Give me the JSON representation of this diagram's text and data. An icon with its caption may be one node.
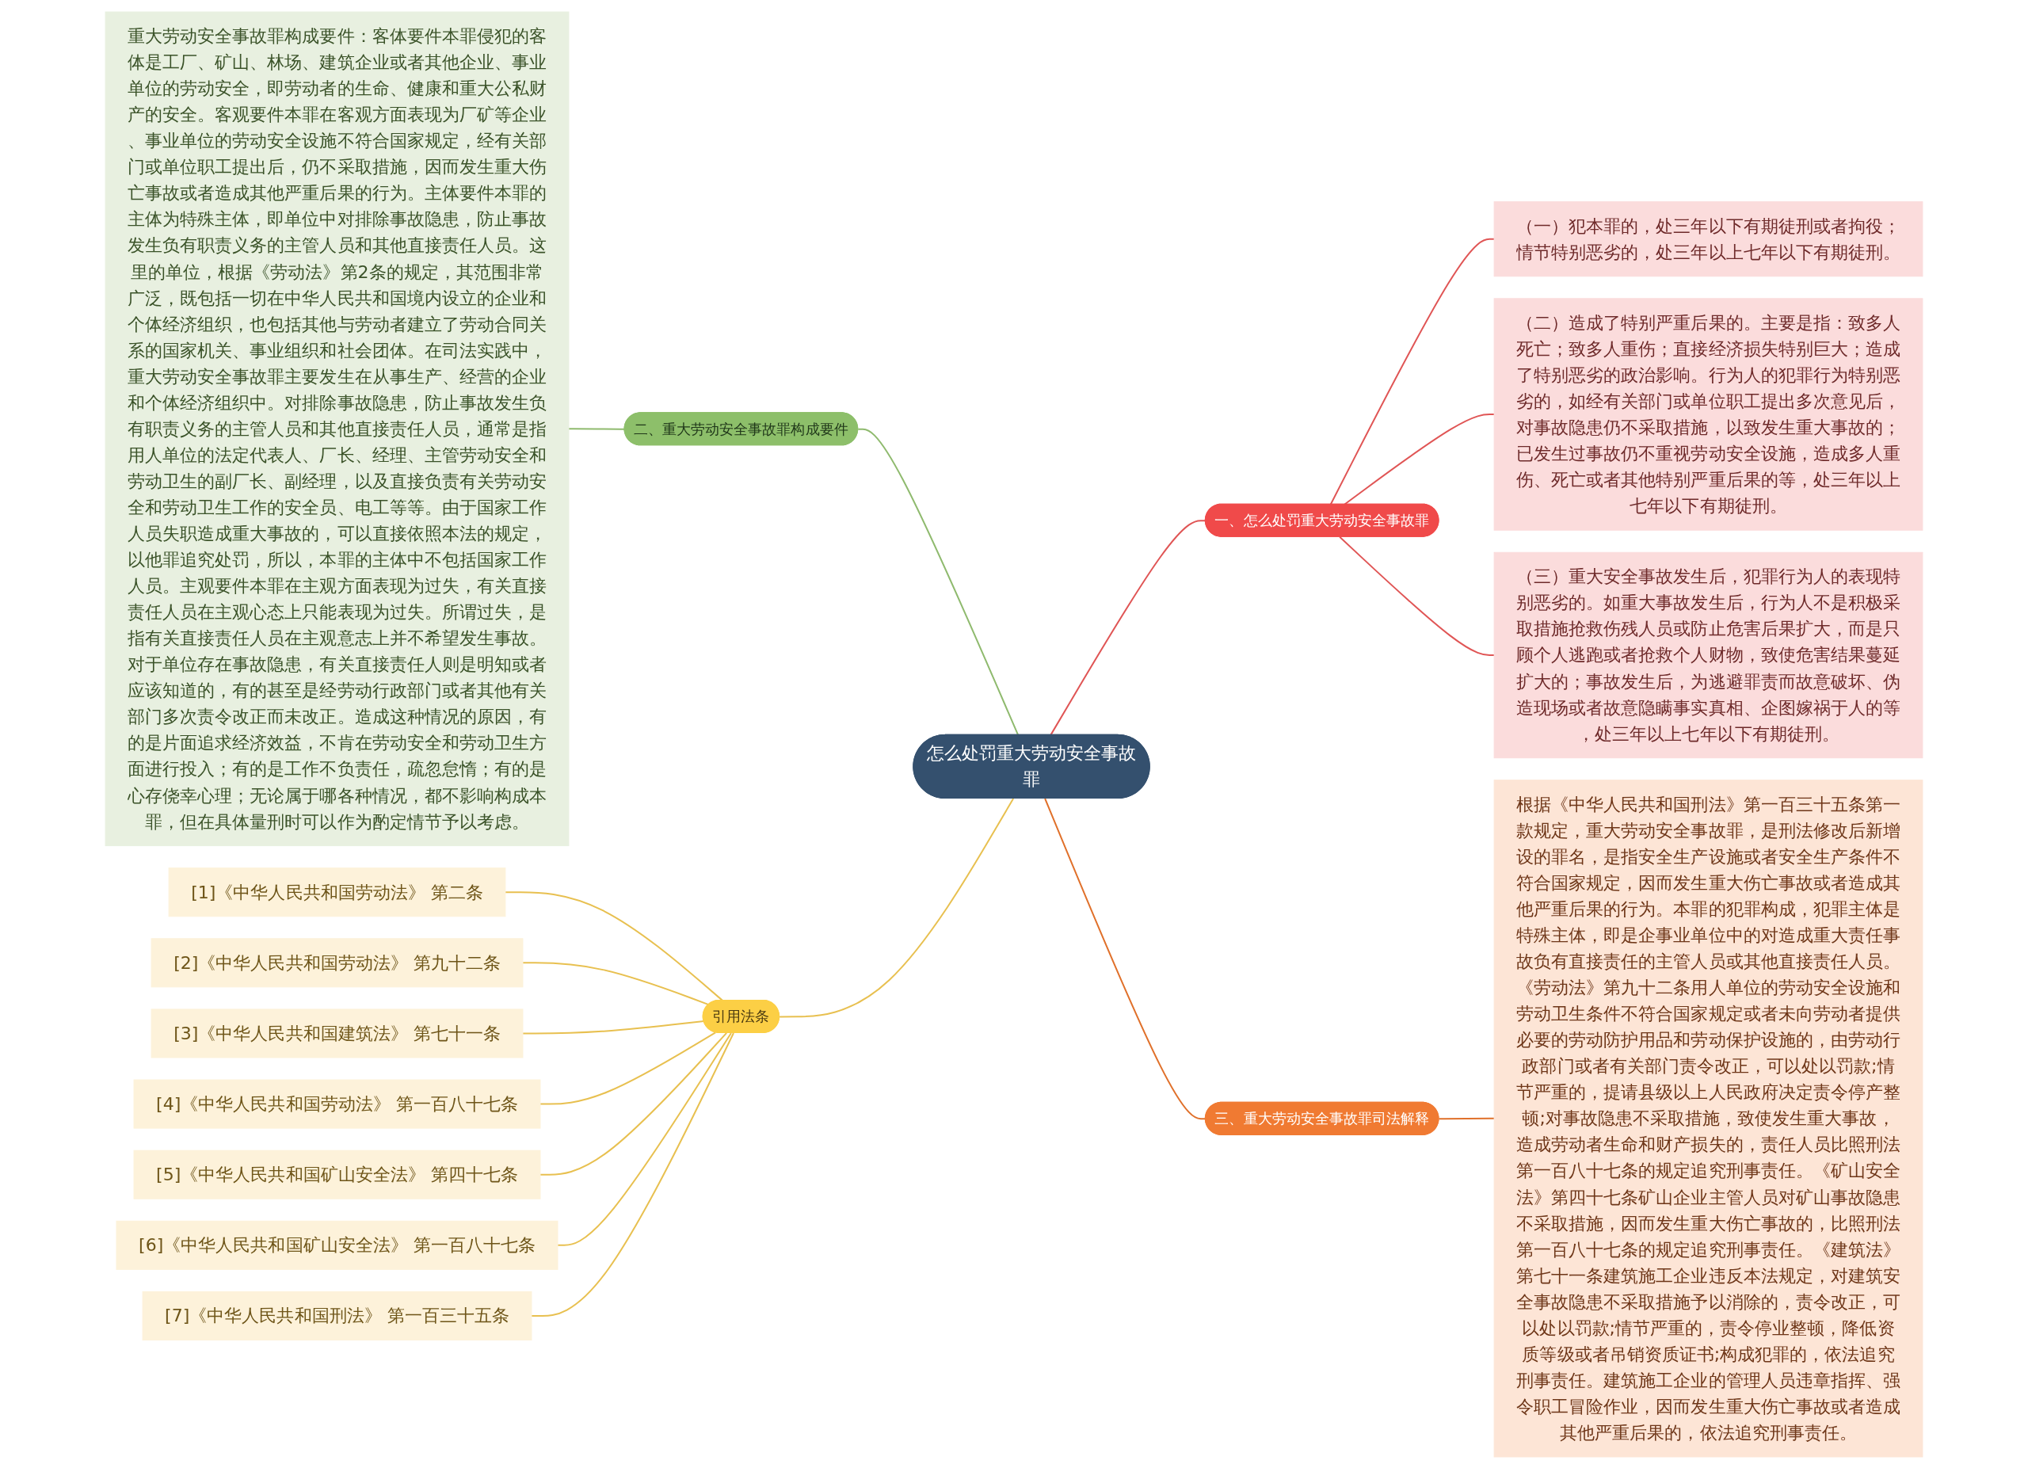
{
  "diagram": {
    "nodes": [
      {
        "text": [
          "怎么处罚重大劳动安全事故罪"
        ]
      },
      {
        "text": [
          "一、怎么处罚重大劳动安全事故罪"
        ]
      },
      {
        "text": [
          "（一）犯本罪的，处三年以下有期徒刑或者拘役；情节特别恶劣的，处三年以上七年以下有期徒刑。"
        ]
      },
      {
        "text": [
          "（二）造成了特别严重后果的。主要是指：致多人死亡；致多人重伤；直接经济损失特别巨大；造成了特别恶劣的政治影响。行为人的犯罪行为特别恶劣的，如经有关部门或单位职工提出多次意见后，对事故隐患仍不采取措施，以致发生重大事故的；已发生过事故仍不重视劳动安全设施，造成多人重伤、死亡或者其他特别严重后果的等，处三年以上七年以下有期徒刑。"
        ]
      },
      {
        "text": [
          "（三）重大安全事故发生后，犯罪行为人的表现特别恶劣的。如重大事故发生后，行为人不是积极采取措施抢救伤残人员或防止危害后果扩大，而是只顾个人逃跑或者抢救个人财物，致使危害结果蔓延扩大的；事故发生后，为逃避罪责而故意破坏、伪造现场或者故意隐瞒事实真相、企图嫁祸于人的等，处三年以上七年以下有期徒刑。"
        ]
      },
      {
        "text": [
          "二、重大劳动安全事故罪构成要件"
        ]
      },
      {
        "text": [
          "重大劳动安全事故罪构成要件：客体要件本罪侵犯的客体是工厂、矿山、林场、建筑企业或者其他企业、事业单位的劳动安全，即劳动者的生命、健康和重大公私财产的安全。客观要件本罪在客观方面表现为厂矿等企业、事业单位的劳动安全设施不符合国家规定，经有关部门或单位职工提出后，仍不采取措施，因而发生重大伤亡事故或者造成其他严重后果的行为。主体要件本罪的主体为特殊主体，即单位中对排除事故隐患，防止事故发生负有职责义务的主管人员和其他直接责任人员。这里的单位，根据《劳动法》第2条的规定，其范围非常广泛，既包括一切在中华人民共和国境内设立的企业和个体经济组织，也包括其他与劳动者建立了劳动合同关系的国家机关、事业组织和社会团体。在司法实践中，重大劳动安全事故罪主要发生在从事生产、经营的企业和个体经济组织中。对排除事故隐患，防止事故发生负有职责义务的主管人员和其他直接责任人员，通常是指用人单位的法定代表人、厂长、经理、主管劳动安全和劳动卫生的副厂长、副经理，以及直接负责有关劳动安全和劳动卫生工作的安全员、电工等等。由于国家工作人员失职造成重大事故的，可以直接依照本法的规定，以他罪追究处罚，所以，本罪的主体中不包括国家工作人员。主观要件本罪在主观方面表现为过失，有关直接责任人员在主观心态上只能表现为过失。所谓过失，是指有关直接责任人员在主观意志上并不希望发生事故。对于单位存在事故隐患，有关直接责任人则是明知或者应该知道的，有的甚至是经劳动行政部门或者其他有关部门多次责令改正而未改正。造成这种情况的原因，有的是片面追求经济效益，不肯在劳动安全和劳动卫生方面进行投入；有的是工作不负责任，疏忽怠惰；有的是心存侥幸心理；无论属于哪各种情况，都不影响构成本罪，但在具体量刑时可以作为酌定情节予以考虑。"
        ]
      },
      {
        "text": [
          "三、重大劳动安全事故罪司法解释"
        ]
      },
      {
        "text": [
          "根据《中华人民共和国刑法》第一百三十五条第一款规定，重大劳动安全事故罪，是刑法修改后新增设的罪名，是指安全生产设施或者安全生产条件不符合国家规定，因而发生重大伤亡事故或者造成其他严重后果的行为。本罪的犯罪构成，犯罪主体是特殊主体，即是企事业单位中的对造成重大责任事故负有直接责任的主管人员或其他直接责任人员。《劳动法》第九十二条用人单位的劳动安全设施和劳动卫生条件不符合国家规定或者未向劳动者提供必要的劳动防护用品和劳动保护设施的，由劳动行政部门或者有关部门责令改正，可以处以罚款;情节严重的，提请县级以上人民政府决定责令停产整顿;对事故隐患不采取措施，致使发生重大事故，造成劳动者生命和财产损失的，责任人员比照刑法第一百八十七条的规定追究刑事责任。《矿山安全法》第四十七条矿山企业主管人员对矿山事故隐患不采取措施，因而发生重大伤亡事故的，比照刑法第一百八十七条的规定追究刑事责任。《建筑法》第七十一条建筑施工企业违反本法规定，对建筑安全事故隐患不采取措施予以消除的，责令改正，可以处以罚款;情节严重的，责令停业整顿，降低资质等级或者吊销资质证书;构成犯罪的，依法追究刑事责任。建筑施工企业的管理人员违章指挥、强令职工冒险作业，因而发生重大伤亡事故或者造成其他严重后果的，依法追究刑事责任。"
        ]
      },
      {
        "text": [
          "引用法条"
        ]
      },
      {
        "text": [
          "[1]《中华人民共和国劳动法》 第二条"
        ]
      },
      {
        "text": [
          "[2]《中华人民共和国劳动法》 第九十二条"
        ]
      },
      {
        "text": [
          "[3]《中华人民共和国建筑法》 第七十一条"
        ]
      },
      {
        "text": [
          "[4]《中华人民共和国劳动法》 第一百八十七条"
        ]
      },
      {
        "text": [
          "[5]《中华人民共和国矿山安全法》 第四十七条"
        ]
      },
      {
        "text": [
          "[6]《中华人民共和国矿山安全法》 第一百八十七条"
        ]
      },
      {
        "text": [
          "[7]《中华人民共和国刑法》 第一百三十五条"
        ]
      }
    ],
    "edges": [
      {
        "from": 0,
        "to": 1,
        "arrow": "none",
        "color": "#e05555"
      },
      {
        "from": 1,
        "to": 2,
        "arrow": "none",
        "color": "#e05555"
      },
      {
        "from": 1,
        "to": 3,
        "arrow": "none",
        "color": "#e05555"
      },
      {
        "from": 1,
        "to": 4,
        "arrow": "none",
        "color": "#e05555"
      },
      {
        "from": 5,
        "to": 0,
        "arrow": "none",
        "color": "#8fba6e"
      },
      {
        "from": 6,
        "to": 5,
        "arrow": "none",
        "color": "#8fba6e"
      },
      {
        "from": 0,
        "to": 7,
        "arrow": "none",
        "color": "#e0702a"
      },
      {
        "from": 7,
        "to": 8,
        "arrow": "none",
        "color": "#e0702a"
      },
      {
        "from": 9,
        "to": 0,
        "arrow": "none"
      },
      {
        "from": 10,
        "to": 9,
        "arrow": "none"
      },
      {
        "from": 11,
        "to": 9,
        "arrow": "none"
      },
      {
        "from": 12,
        "to": 9,
        "arrow": "none"
      },
      {
        "from": 13,
        "to": 9,
        "arrow": "none"
      },
      {
        "from": 14,
        "to": 9,
        "arrow": "none"
      },
      {
        "from": 15,
        "to": 9,
        "arrow": "none"
      },
      {
        "from": 16,
        "to": 9,
        "arrow": "none"
      }
    ]
  }
}
